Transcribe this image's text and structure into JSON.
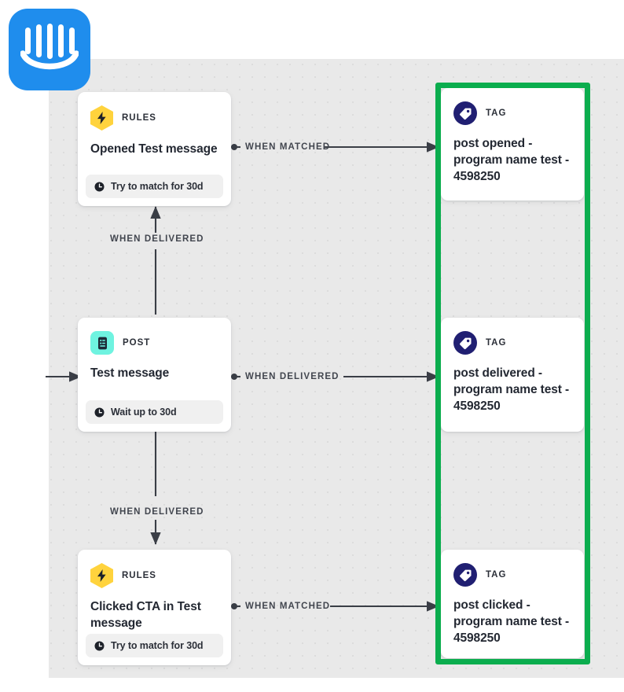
{
  "app": {
    "logo_name": "intercom-logo",
    "brand_color": "#1f8ded"
  },
  "canvas": {
    "background_color": "#e9e9e9",
    "dot_color": "#dcdcdc"
  },
  "highlight": {
    "color": "#0bad4e",
    "label": "tag-column-highlight"
  },
  "nodes": [
    {
      "id": "rules-opened",
      "kind": "RULES",
      "icon": "lightning-bolt-icon",
      "icon_color": "#ffd33d",
      "title": "Opened Test message",
      "footer": "Try to match for 30d",
      "footer_icon": "clock-icon"
    },
    {
      "id": "post-test-message",
      "kind": "POST",
      "icon": "document-icon",
      "icon_color": "#6ff3e0",
      "title": "Test message",
      "footer": "Wait up to 30d",
      "footer_icon": "clock-icon"
    },
    {
      "id": "rules-clicked-cta",
      "kind": "RULES",
      "icon": "lightning-bolt-icon",
      "icon_color": "#ffd33d",
      "title": "Clicked CTA in Test message",
      "footer": "Try to match for 30d",
      "footer_icon": "clock-icon"
    }
  ],
  "tags": [
    {
      "id": "tag-post-opened",
      "kind": "TAG",
      "icon": "tag-icon",
      "icon_color": "#201f72",
      "title": "post opened - program name test - 4598250"
    },
    {
      "id": "tag-post-delivered",
      "kind": "TAG",
      "icon": "tag-icon",
      "icon_color": "#201f72",
      "title": "post delivered - program name test - 4598250"
    },
    {
      "id": "tag-post-clicked",
      "kind": "TAG",
      "icon": "tag-icon",
      "icon_color": "#201f72",
      "title": "post clicked - program name test - 4598250"
    }
  ],
  "connectors": [
    {
      "id": "conn-opened-to-tag",
      "label": "WHEN MATCHED",
      "direction": "right"
    },
    {
      "id": "conn-post-to-opened",
      "label": "WHEN DELIVERED",
      "direction": "up"
    },
    {
      "id": "conn-post-to-tag",
      "label": "WHEN DELIVERED",
      "direction": "right"
    },
    {
      "id": "conn-post-to-clicked",
      "label": "WHEN DELIVERED",
      "direction": "down"
    },
    {
      "id": "conn-clicked-to-tag",
      "label": "WHEN MATCHED",
      "direction": "right"
    }
  ]
}
